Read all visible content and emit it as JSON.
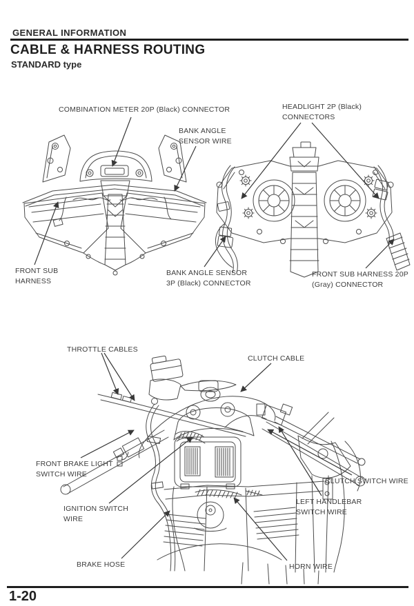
{
  "page": {
    "section_header": "GENERAL INFORMATION",
    "title": "CABLE & HARNESS ROUTING",
    "subtitle": "STANDARD type",
    "page_number": "1-20"
  },
  "labels": {
    "combination_meter": "COMBINATION METER 20P (Black) CONNECTOR",
    "bank_angle_sensor_wire": "BANK ANGLE\nSENSOR WIRE",
    "headlight_connectors": "HEADLIGHT 2P (Black)\nCONNECTORS",
    "front_sub_harness": "FRONT SUB\nHARNESS",
    "bank_angle_sensor_connector": "BANK ANGLE SENSOR\n3P (Black) CONNECTOR",
    "front_sub_harness_connector": "FRONT SUB HARNESS 20P\n(Gray) CONNECTOR",
    "throttle_cables": "THROTTLE CABLES",
    "clutch_cable": "CLUTCH CABLE",
    "front_brake_light_switch_wire": "FRONT BRAKE LIGHT\nSWITCH WIRE",
    "ignition_switch_wire": "IGNITION SWITCH\nWIRE",
    "brake_hose": "BRAKE HOSE",
    "horn_wire": "HORN WIRE",
    "clutch_switch_wire": "CLUTCH SWITCH WIRE",
    "left_handlebar_switch_wire": "LEFT HANDLEBAR\nSWITCH WIRE"
  },
  "colors": {
    "ink": "#3a3a3a",
    "line_art": "#4a4a4a",
    "rule": "#1e1e1e",
    "paper": "#ffffff"
  }
}
